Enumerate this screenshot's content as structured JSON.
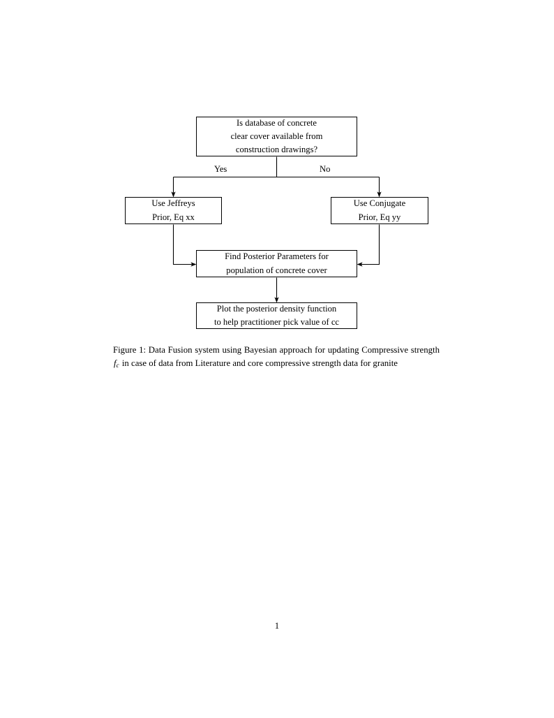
{
  "figure": {
    "nodes": {
      "question": {
        "id": "question",
        "lines": [
          "Is database of concrete",
          "clear cover available from",
          "construction drawings?"
        ]
      },
      "jeffreys": {
        "id": "jeffreys",
        "lines": [
          "Use Jeffreys",
          "Prior, Eq xx"
        ]
      },
      "conjugate": {
        "id": "conjugate",
        "lines": [
          "Use Conjugate",
          "Prior, Eq yy"
        ]
      },
      "posterior": {
        "id": "posterior",
        "lines": [
          "Find Posterior Parameters for",
          "population of concrete cover"
        ]
      },
      "plot": {
        "id": "plot",
        "lines": [
          "Plot the posterior density function",
          "to help practitioner pick value of cc"
        ]
      }
    },
    "edge_labels": {
      "yes": "Yes",
      "no": "No"
    },
    "line_color": "#000000"
  },
  "caption": {
    "label": "Figure 1:",
    "text_before_math": " Data Fusion system using Bayesian approach for updating Compressive strength ",
    "math_base": "f",
    "math_subscript": "c",
    "text_after_math": " in case of data from Literature and core compressive strength data for granite"
  },
  "page": {
    "number": "1"
  }
}
